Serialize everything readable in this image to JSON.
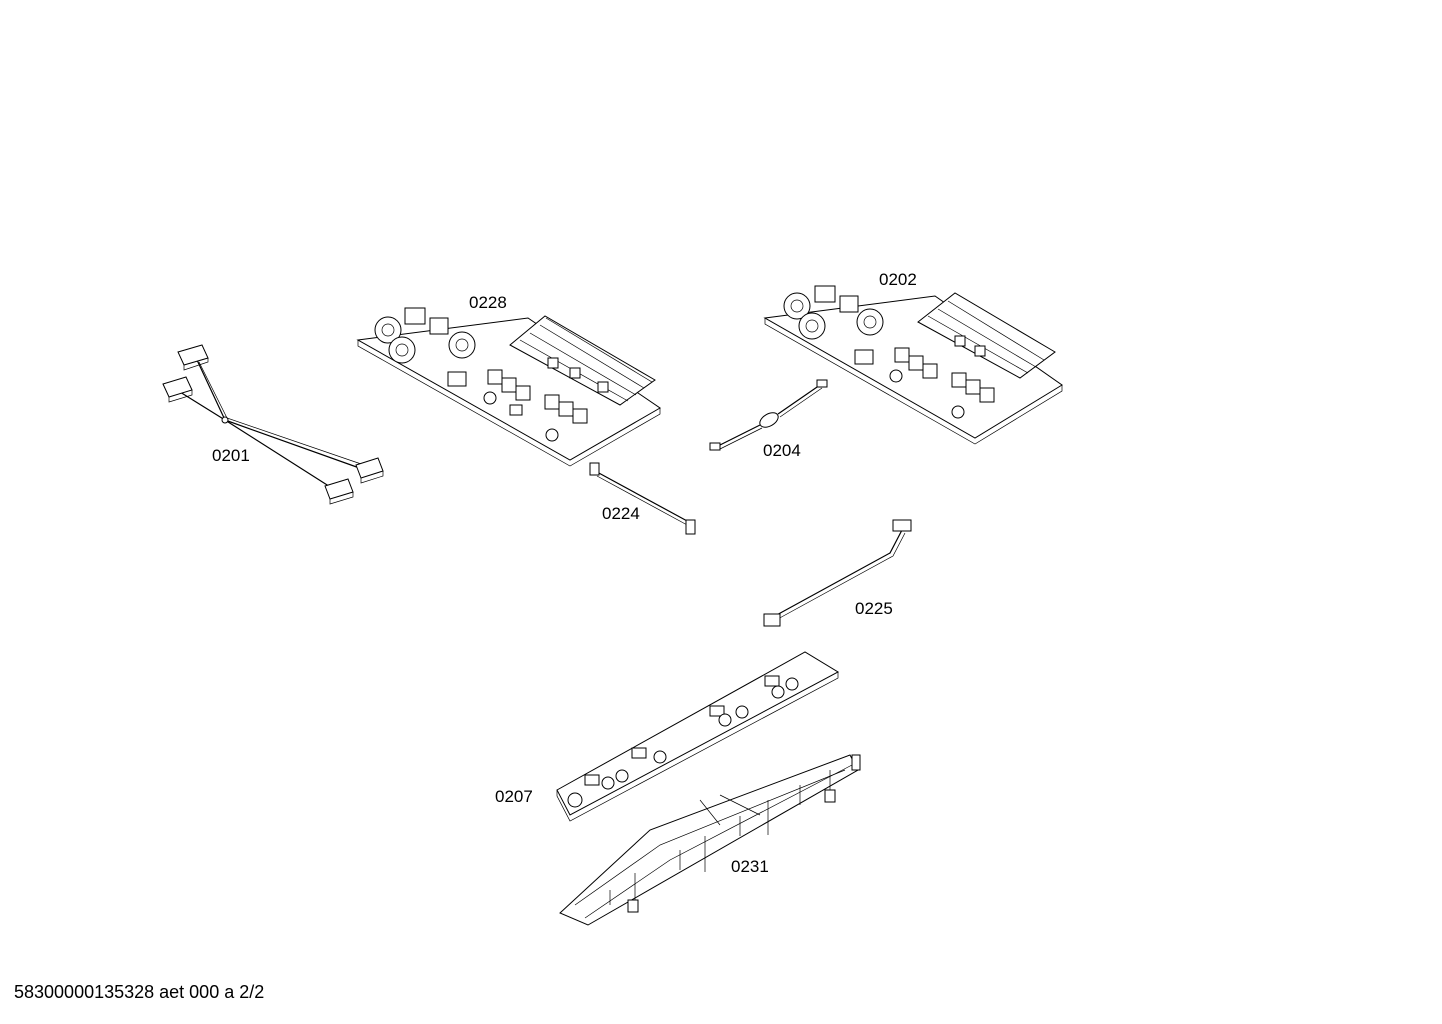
{
  "diagram": {
    "parts": [
      {
        "id": "0201"
      },
      {
        "id": "0228"
      },
      {
        "id": "0202"
      },
      {
        "id": "0204"
      },
      {
        "id": "0224"
      },
      {
        "id": "0225"
      },
      {
        "id": "0207"
      },
      {
        "id": "0231"
      }
    ]
  },
  "footer": {
    "document_ref": "58300000135328 aet 000 a 2/2"
  }
}
